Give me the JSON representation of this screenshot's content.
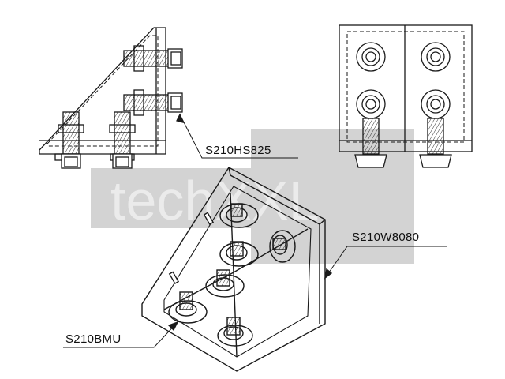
{
  "watermark": {
    "text": "techXXL",
    "color": "#c8c8c8"
  },
  "parts": {
    "hammer_screw": "S210HS825",
    "angle_bracket": "S210W8080",
    "button_nut": "S210BMU"
  },
  "colors": {
    "line": "#1a1a1a",
    "hatch": "#555555"
  }
}
